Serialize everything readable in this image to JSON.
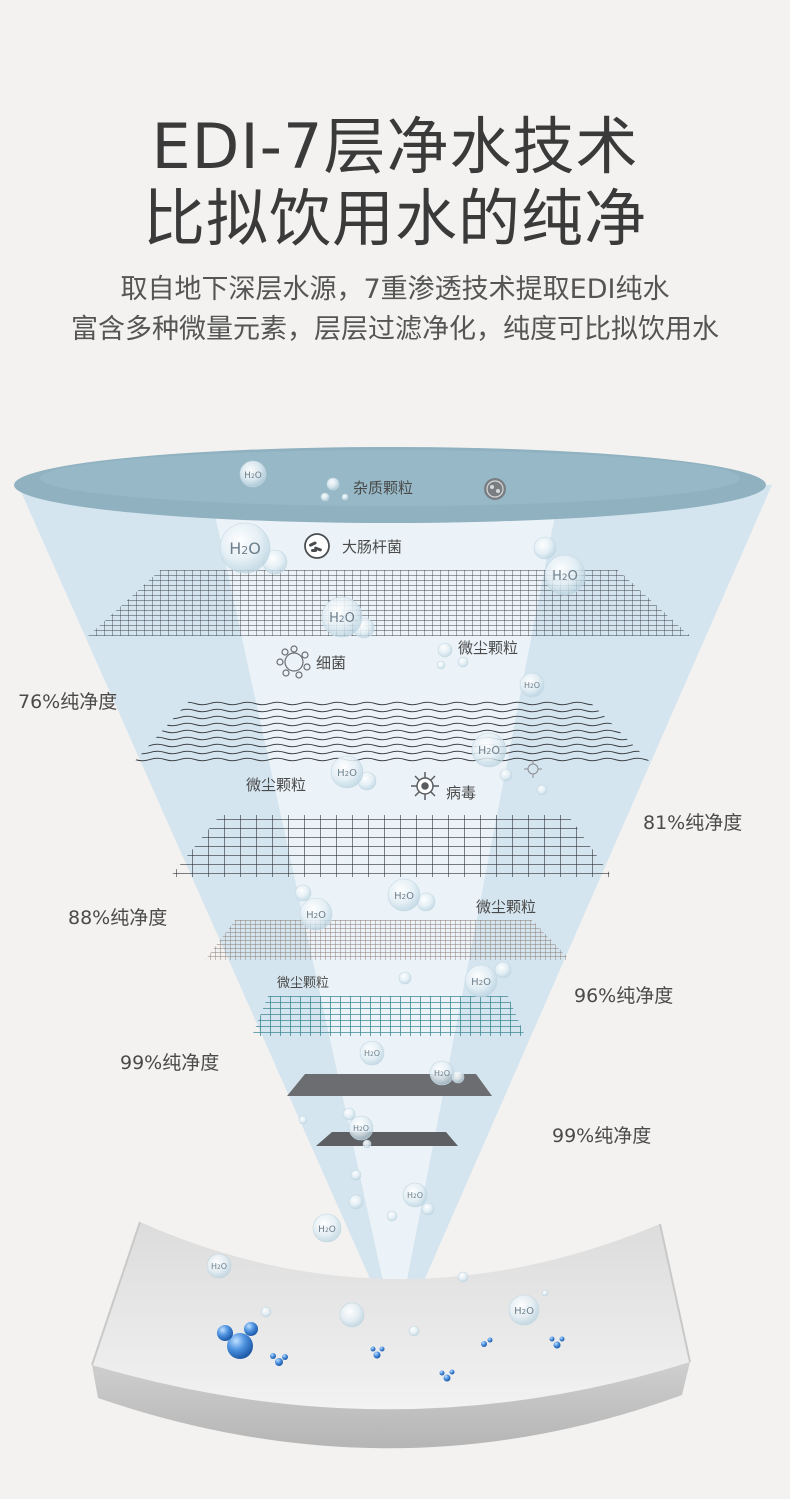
{
  "headline": {
    "line1": "EDI-7层净水技术",
    "line2": "比拟饮用水的纯净"
  },
  "subtitle": {
    "line1": "取自地下深层水源，7重渗透技术提取EDI纯水",
    "line2": "富含多种微量元素，层层过滤净化，纯度可比拟饮用水"
  },
  "impurities": {
    "top": "杂质颗粒",
    "ecoli": "大肠杆菌",
    "dust1": "微尘颗粒",
    "bacteria": "细菌",
    "dust2": "微尘颗粒",
    "virus": "病毒",
    "dust3": "微尘颗粒",
    "dust4": "微尘颗粒"
  },
  "purity": {
    "p76": "76%纯净度",
    "p81": "81%纯净度",
    "p88": "88%纯净度",
    "p96": "96%纯净度",
    "p99a": "99%纯净度",
    "p99b": "99%纯净度"
  },
  "molecule": {
    "h": "H",
    "sub": "2",
    "o": "O"
  },
  "colors": {
    "funnel": "#cfe3ee",
    "disc": "#8fb1c0",
    "teal_mesh": "#3e8a92",
    "brown_mesh": "#8a7a72",
    "dark_mesh": "#555a60",
    "molecule_blue": "#3a7fd0"
  }
}
